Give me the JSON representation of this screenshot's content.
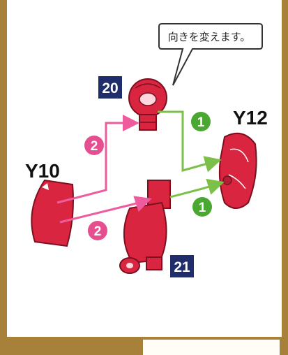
{
  "callout": {
    "text": "向きを変えます。"
  },
  "parts": {
    "runner_y10": "Y10",
    "runner_y12": "Y12"
  },
  "part_numbers": {
    "part_20": "20",
    "part_21": "21"
  },
  "steps": {
    "step_1a": "1",
    "step_1b": "1",
    "step_2a": "2",
    "step_2b": "2"
  },
  "colors": {
    "frame": "#a7803a",
    "part_red": "#d9253f",
    "part_outline": "#7a1020",
    "part_number_bg": "#1f2d6b",
    "step1_green": "#4aa832",
    "step2_pink": "#e54f8f",
    "arrow_green": "#7cc04a",
    "arrow_pink": "#ee5c9e"
  },
  "icons": [
    "speech-callout",
    "assembly-arrow",
    "step-number-badge",
    "part-number-badge"
  ]
}
